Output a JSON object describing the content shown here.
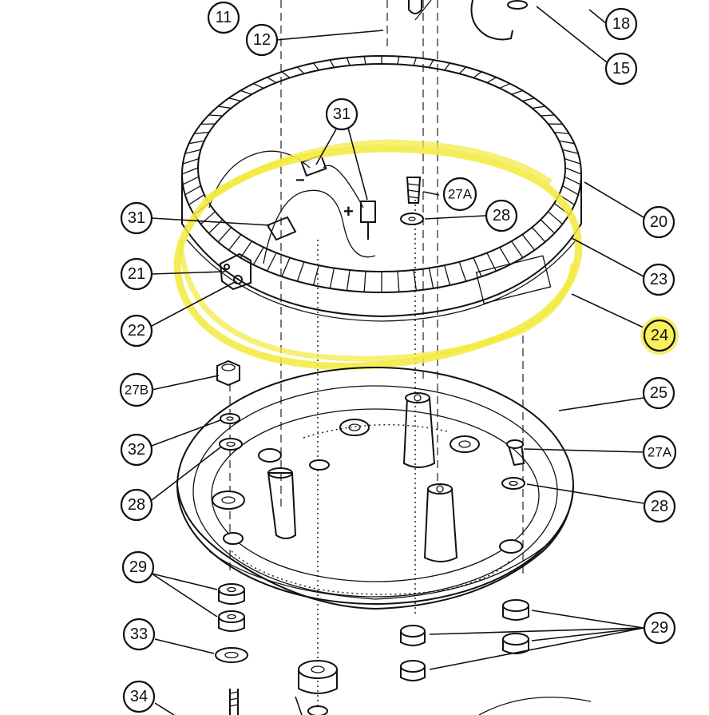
{
  "callouts": {
    "c11": "11",
    "c12": "12",
    "c18": "18",
    "c15": "15",
    "c31_top": "31",
    "c27a_top": "27A",
    "c28_top": "28",
    "c20": "20",
    "c31_left": "31",
    "c21": "21",
    "c23": "23",
    "c24": "24",
    "c22": "22",
    "c27b": "27B",
    "c25": "25",
    "c32": "32",
    "c27a_right": "27A",
    "c28_left": "28",
    "c28_right": "28",
    "c29_left": "29",
    "c29_right": "29",
    "c33": "33",
    "c34": "34"
  },
  "symbols": {
    "minus": "−",
    "plus": "+"
  },
  "highlight": {
    "color": "#f2ea3c",
    "target_part": "24"
  }
}
